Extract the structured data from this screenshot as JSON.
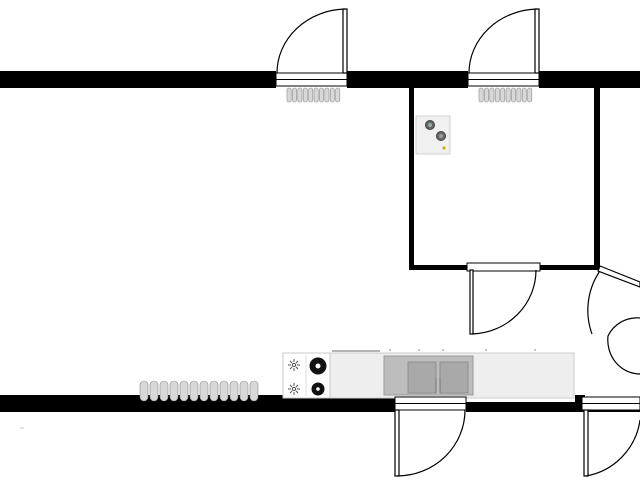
{
  "plan": {
    "wall_color": "#000000",
    "fixtures": [
      "door-top-left",
      "door-top-right",
      "radiator-top-left",
      "radiator-top-right",
      "wc-fixture",
      "door-inner-room",
      "door-inner-right",
      "kitchen-counter",
      "hob",
      "sink",
      "radiator-bottom",
      "door-bottom-center",
      "door-bottom-right"
    ]
  }
}
